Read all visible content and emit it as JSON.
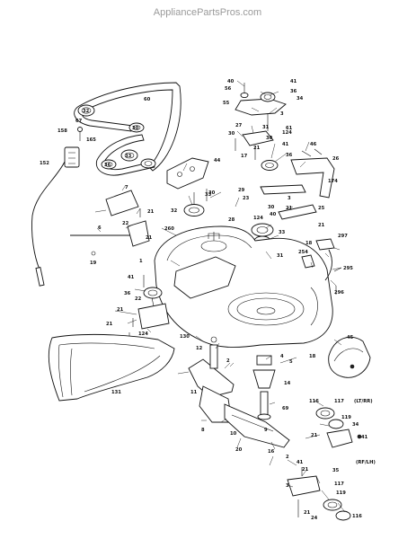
{
  "watermark": "AppliancePartsPros.com",
  "side_labels": {
    "lt_rr": "(LT/RR)",
    "rf_lh": "(RF/LH)"
  },
  "callouts": [
    {
      "id": "c40",
      "text": "40"
    },
    {
      "id": "c41a",
      "text": "41"
    },
    {
      "id": "c56",
      "text": "56"
    },
    {
      "id": "c36a",
      "text": "36"
    },
    {
      "id": "c34a",
      "text": "34"
    },
    {
      "id": "c55",
      "text": "55"
    },
    {
      "id": "c3a",
      "text": "3"
    },
    {
      "id": "c61",
      "text": "61"
    },
    {
      "id": "c124a",
      "text": "124"
    },
    {
      "id": "c27",
      "text": "27"
    },
    {
      "id": "c31a",
      "text": "31"
    },
    {
      "id": "c30a",
      "text": "30"
    },
    {
      "id": "c30b",
      "text": "30"
    },
    {
      "id": "c17",
      "text": "17"
    },
    {
      "id": "c21a",
      "text": "21"
    },
    {
      "id": "c36b",
      "text": "36"
    },
    {
      "id": "c41b",
      "text": "41"
    },
    {
      "id": "c46",
      "text": "46"
    },
    {
      "id": "c26",
      "text": "26"
    },
    {
      "id": "c174",
      "text": "174"
    },
    {
      "id": "c60",
      "text": "60"
    },
    {
      "id": "c67",
      "text": "67"
    },
    {
      "id": "c158",
      "text": "158"
    },
    {
      "id": "c165",
      "text": "165"
    },
    {
      "id": "c152",
      "text": "152"
    },
    {
      "id": "c32a",
      "text": "32"
    },
    {
      "id": "c30c",
      "text": "30"
    },
    {
      "id": "c33a",
      "text": "33"
    },
    {
      "id": "c44",
      "text": "44"
    },
    {
      "id": "c7",
      "text": "7"
    },
    {
      "id": "c21b",
      "text": "21"
    },
    {
      "id": "c36c",
      "text": "36"
    },
    {
      "id": "c30d",
      "text": "30"
    },
    {
      "id": "c33b",
      "text": "33"
    },
    {
      "id": "c32b",
      "text": "32"
    },
    {
      "id": "c29",
      "text": "29"
    },
    {
      "id": "c28",
      "text": "28"
    },
    {
      "id": "c23",
      "text": "23"
    },
    {
      "id": "c124b",
      "text": "124"
    },
    {
      "id": "c30e",
      "text": "30"
    },
    {
      "id": "c33c",
      "text": "33"
    },
    {
      "id": "c3b",
      "text": "3"
    },
    {
      "id": "c21c",
      "text": "21"
    },
    {
      "id": "c40b",
      "text": "40"
    },
    {
      "id": "c25",
      "text": "25"
    },
    {
      "id": "c21d",
      "text": "21"
    },
    {
      "id": "c260",
      "text": "260"
    },
    {
      "id": "c22a",
      "text": "22"
    },
    {
      "id": "c6",
      "text": "6"
    },
    {
      "id": "c21e",
      "text": "21"
    },
    {
      "id": "c19",
      "text": "19"
    },
    {
      "id": "c31b",
      "text": "31"
    },
    {
      "id": "c297",
      "text": "297"
    },
    {
      "id": "c18a",
      "text": "18"
    },
    {
      "id": "c254",
      "text": "254"
    },
    {
      "id": "c295",
      "text": "295"
    },
    {
      "id": "c1",
      "text": "1"
    },
    {
      "id": "c41c",
      "text": "41"
    },
    {
      "id": "c296",
      "text": "296"
    },
    {
      "id": "c36d",
      "text": "36"
    },
    {
      "id": "c22b",
      "text": "22"
    },
    {
      "id": "c21f",
      "text": "21"
    },
    {
      "id": "c21g",
      "text": "21"
    },
    {
      "id": "c124c",
      "text": "124"
    },
    {
      "id": "c130",
      "text": "130"
    },
    {
      "id": "c45",
      "text": "45"
    },
    {
      "id": "c12",
      "text": "12"
    },
    {
      "id": "c2a",
      "text": "2"
    },
    {
      "id": "c18b",
      "text": "18"
    },
    {
      "id": "c4",
      "text": "4"
    },
    {
      "id": "c5",
      "text": "5"
    },
    {
      "id": "c131",
      "text": "131"
    },
    {
      "id": "c11",
      "text": "11"
    },
    {
      "id": "c14",
      "text": "14"
    },
    {
      "id": "c69",
      "text": "69"
    },
    {
      "id": "c116a",
      "text": "116"
    },
    {
      "id": "c117a",
      "text": "117"
    },
    {
      "id": "c34b",
      "text": "34"
    },
    {
      "id": "c119a",
      "text": "119"
    },
    {
      "id": "c21h",
      "text": "21"
    },
    {
      "id": "c41d",
      "text": "41"
    },
    {
      "id": "c8",
      "text": "8"
    },
    {
      "id": "c10",
      "text": "10"
    },
    {
      "id": "c9",
      "text": "9"
    },
    {
      "id": "c20",
      "text": "20"
    },
    {
      "id": "c16",
      "text": "16"
    },
    {
      "id": "c2b",
      "text": "2"
    },
    {
      "id": "c41e",
      "text": "41"
    },
    {
      "id": "c21i",
      "text": "21"
    },
    {
      "id": "c35",
      "text": "35"
    },
    {
      "id": "c117b",
      "text": "117"
    },
    {
      "id": "c119b",
      "text": "119"
    },
    {
      "id": "c3c",
      "text": "3"
    },
    {
      "id": "c116b",
      "text": "116"
    },
    {
      "id": "c24",
      "text": "24"
    },
    {
      "id": "c21j",
      "text": "21"
    }
  ]
}
